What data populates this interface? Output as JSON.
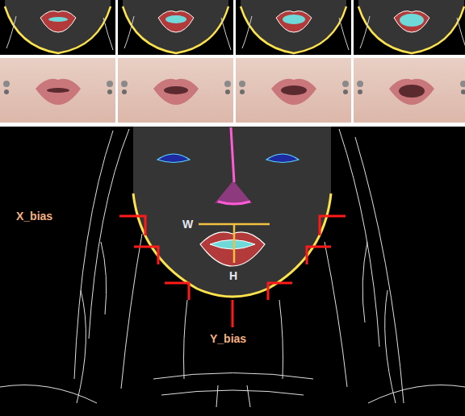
{
  "diagram": {
    "labels": [
      "X_bias",
      "W",
      "H",
      "Y_bias"
    ]
  }
}
